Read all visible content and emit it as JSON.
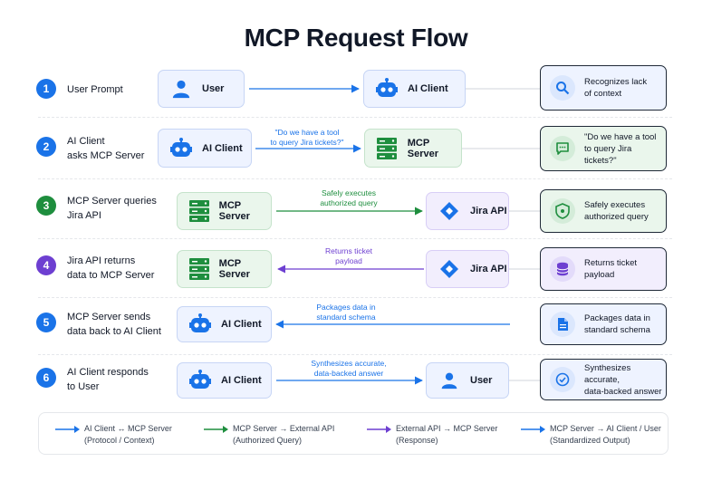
{
  "title": "MCP Request Flow",
  "colors": {
    "blue": "#1a73e8",
    "green": "#1e8e3e",
    "purple": "#6d3fd1",
    "line_gray": "#d1d5db"
  },
  "steps": [
    {
      "num": "1",
      "label_line1": "User Prompt",
      "label_line2": "",
      "badge_color": "#1a73e8",
      "from": {
        "label": "User",
        "icon": "user-icon"
      },
      "to": {
        "label": "AI Client",
        "icon": "robot-icon"
      },
      "arrow_label_1": "",
      "arrow_label_2": "",
      "side": {
        "icon": "search-icon",
        "line1": "Recognizes lack",
        "line2": "of context"
      }
    },
    {
      "num": "2",
      "label_line1": "AI Client",
      "label_line2": "asks MCP Server",
      "badge_color": "#1a73e8",
      "from": {
        "label": "AI Client",
        "icon": "robot-icon"
      },
      "to": {
        "label": "MCP Server",
        "icon": "server-icon"
      },
      "arrow_label_1": "\"Do we have a tool",
      "arrow_label_2": "to query Jira tickets?\"",
      "side": {
        "icon": "chat-icon",
        "line1": "\"Do we have a tool",
        "line2": "to query Jira tickets?\""
      }
    },
    {
      "num": "3",
      "label_line1": "MCP Server queries",
      "label_line2": "Jira API",
      "badge_color": "#1e8e3e",
      "from": {
        "label": "MCP Server",
        "icon": "server-icon"
      },
      "to": {
        "label": "Jira API",
        "icon": "jira-icon"
      },
      "arrow_label_1": "Safely executes",
      "arrow_label_2": "authorized query",
      "side": {
        "icon": "shield-icon",
        "line1": "Safely executes",
        "line2": "authorized query"
      }
    },
    {
      "num": "4",
      "label_line1": "Jira API returns",
      "label_line2": "data to MCP Server",
      "badge_color": "#6d3fd1",
      "from": {
        "label": "MCP Server",
        "icon": "server-icon"
      },
      "to": {
        "label": "Jira API",
        "icon": "jira-icon"
      },
      "arrow_label_1": "Returns ticket",
      "arrow_label_2": "payload",
      "side": {
        "icon": "database-icon",
        "line1": "Returns ticket",
        "line2": "payload"
      }
    },
    {
      "num": "5",
      "label_line1": "MCP Server sends",
      "label_line2": "data back to AI Client",
      "badge_color": "#1a73e8",
      "from": {
        "label": "AI Client",
        "icon": "robot-icon"
      },
      "arrow_label_1": "Packages data in",
      "arrow_label_2": "standard schema",
      "side": {
        "icon": "document-icon",
        "line1": "Packages data in",
        "line2": "standard schema"
      }
    },
    {
      "num": "6",
      "label_line1": "AI Client responds",
      "label_line2": "to User",
      "badge_color": "#1a73e8",
      "from": {
        "label": "AI Client",
        "icon": "robot-icon"
      },
      "to": {
        "label": "User",
        "icon": "user-icon"
      },
      "arrow_label_1": "Synthesizes accurate,",
      "arrow_label_2": "data-backed answer",
      "side": {
        "icon": "check-circle-icon",
        "line1": "Synthesizes accurate,",
        "line2": "data-backed answer"
      }
    }
  ],
  "legend": [
    {
      "line1": "AI Client ↔ MCP Server",
      "line2": "(Protocol / Context)",
      "color": "#1a73e8"
    },
    {
      "line1": "MCP Server → External API",
      "line2": "(Authorized Query)",
      "color": "#1e8e3e"
    },
    {
      "line1": "External API → MCP Server",
      "line2": "(Response)",
      "color": "#6d3fd1"
    },
    {
      "line1": "MCP Server → AI Client / User",
      "line2": "(Standardized Output)",
      "color": "#1a73e8"
    }
  ]
}
